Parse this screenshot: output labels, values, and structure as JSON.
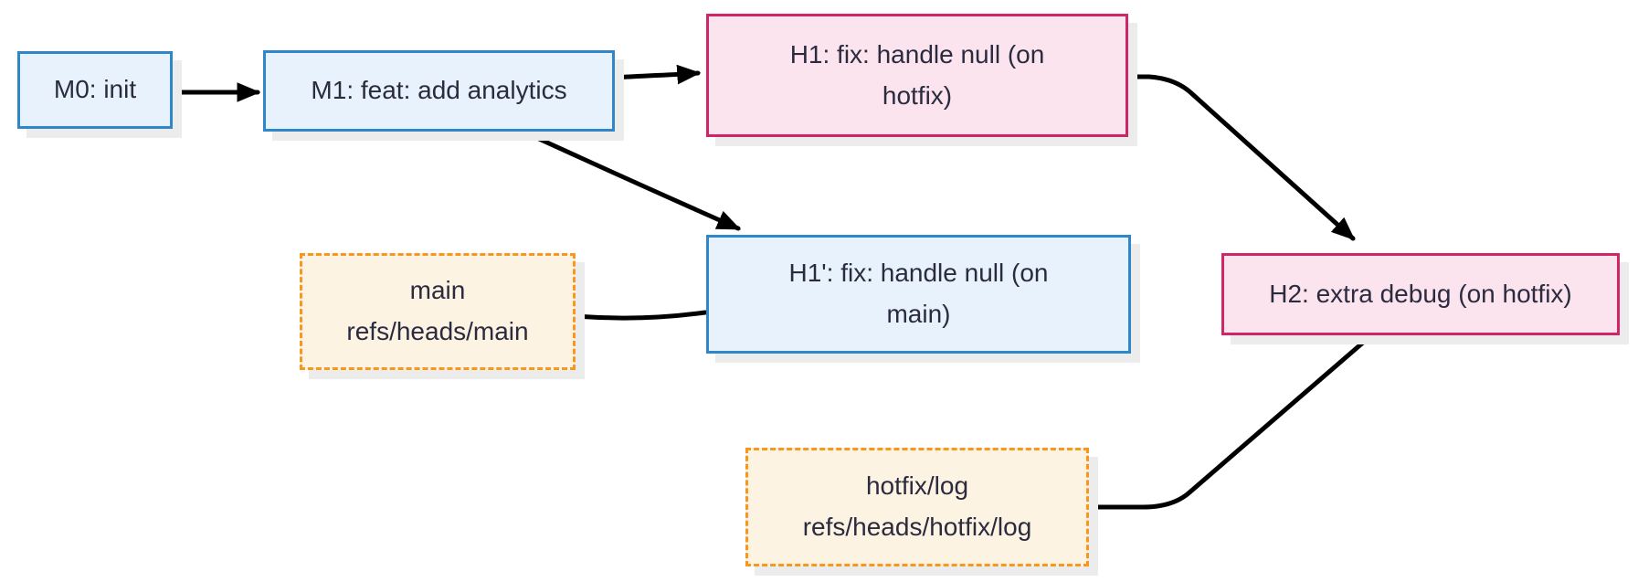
{
  "colors": {
    "bg": "#ffffff",
    "text": "#2b2b40",
    "edge": "#000000",
    "shadow": "#ececec",
    "blue-fill": "#e7f2fc",
    "blue-border": "#2f86c9",
    "pink-fill": "#fce4ee",
    "pink-border": "#d02667",
    "ref-fill": "#fdf3e2",
    "ref-border": "#f8961d"
  },
  "nodes": [
    {
      "id": "M0",
      "type": "commit",
      "lines": [
        "M0: init"
      ]
    },
    {
      "id": "M1",
      "type": "commit",
      "lines": [
        "M1: feat: add analytics"
      ]
    },
    {
      "id": "H1",
      "type": "hotfix-commit",
      "lines": [
        "H1: fix: handle null (on",
        "hotfix)"
      ]
    },
    {
      "id": "H1'",
      "type": "commit",
      "lines": [
        "H1': fix: handle null (on",
        "main)"
      ]
    },
    {
      "id": "main",
      "type": "branch-ref",
      "lines": [
        "main",
        "refs/heads/main"
      ]
    },
    {
      "id": "H2",
      "type": "hotfix-commit",
      "lines": [
        "H2: extra debug (on hotfix)"
      ]
    },
    {
      "id": "hotfix/log",
      "type": "branch-ref",
      "lines": [
        "hotfix/log",
        "refs/heads/hotfix/log"
      ]
    }
  ],
  "edges": [
    {
      "from": "M0",
      "to": "M1",
      "style": "arrow"
    },
    {
      "from": "M1",
      "to": "H1",
      "style": "arrow"
    },
    {
      "from": "M1",
      "to": "H1'",
      "style": "arrow"
    },
    {
      "from": "main",
      "to": "H1'",
      "style": "plain"
    },
    {
      "from": "H1",
      "to": "H2",
      "style": "arrow"
    },
    {
      "from": "hotfix/log",
      "to": "H2",
      "style": "plain"
    }
  ]
}
